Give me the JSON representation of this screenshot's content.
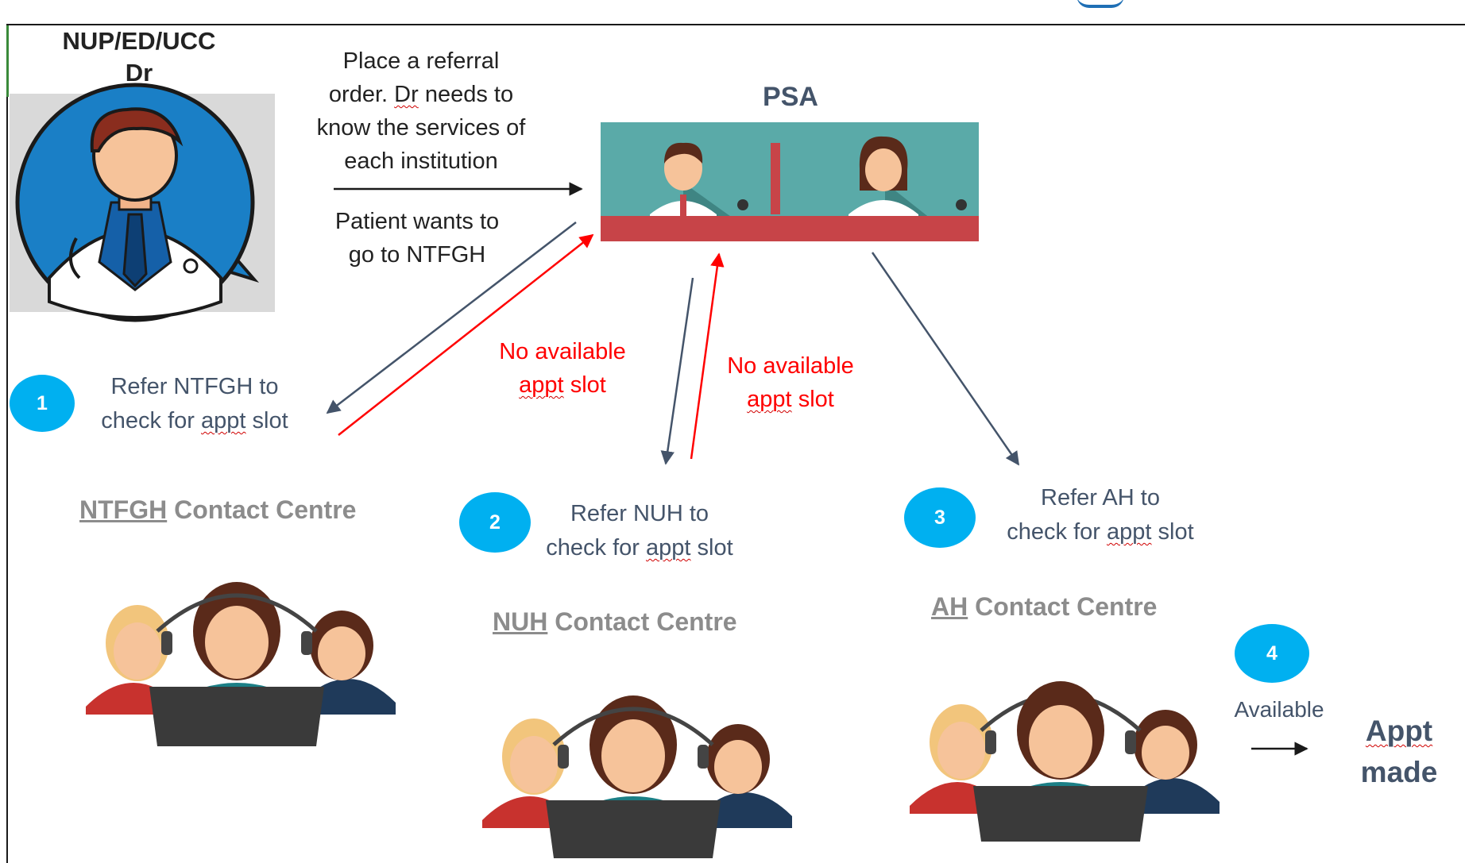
{
  "title_fragment_visible": true,
  "doctor": {
    "label_line1": "NUP/ED/UCC",
    "label_line2": "Dr",
    "icon": "doctor-speech-bubble-icon"
  },
  "psa": {
    "label": "PSA",
    "icon": "reception-desk-icon"
  },
  "messages": {
    "referral_line1": "Place a referral",
    "referral_line2_pre": "order.",
    "referral_line2_squig": "Dr",
    "referral_line2_post": "needs to",
    "referral_line3": "know the services of",
    "referral_line4": "each institution",
    "patient_line1": "Patient wants to",
    "patient_line2": "go to NTFGH"
  },
  "steps": [
    {
      "number": "1",
      "line1": "Refer NTFGH to",
      "line2_pre": "check for",
      "line2_squig": "appt",
      "line2_post": "slot"
    },
    {
      "number": "2",
      "line1": "Refer NUH to",
      "line2_pre": "check for",
      "line2_squig": "appt",
      "line2_post": "slot"
    },
    {
      "number": "3",
      "line1": "Refer AH to",
      "line2_pre": "check for",
      "line2_squig": "appt",
      "line2_post": "slot"
    },
    {
      "number": "4",
      "label": "Available"
    }
  ],
  "no_slot": [
    {
      "line1": "No available",
      "line2_squig": "appt",
      "line2_post": "slot"
    },
    {
      "line1": "No available",
      "line2_squig": "appt",
      "line2_post": "slot"
    }
  ],
  "centres": [
    {
      "code": "NTFGH",
      "suffix": "Contact Centre"
    },
    {
      "code": "NUH",
      "suffix": "Contact Centre"
    },
    {
      "code": "AH",
      "suffix": "Contact Centre"
    }
  ],
  "outcome": {
    "line1": "Appt",
    "line2": "made"
  },
  "icons": {
    "agents": "call-centre-agents-icon"
  },
  "colors": {
    "badge": "#00b0f0",
    "no_slot": "#ff0000",
    "arrow": "#44546a",
    "centre_label": "#8c8c8c"
  }
}
